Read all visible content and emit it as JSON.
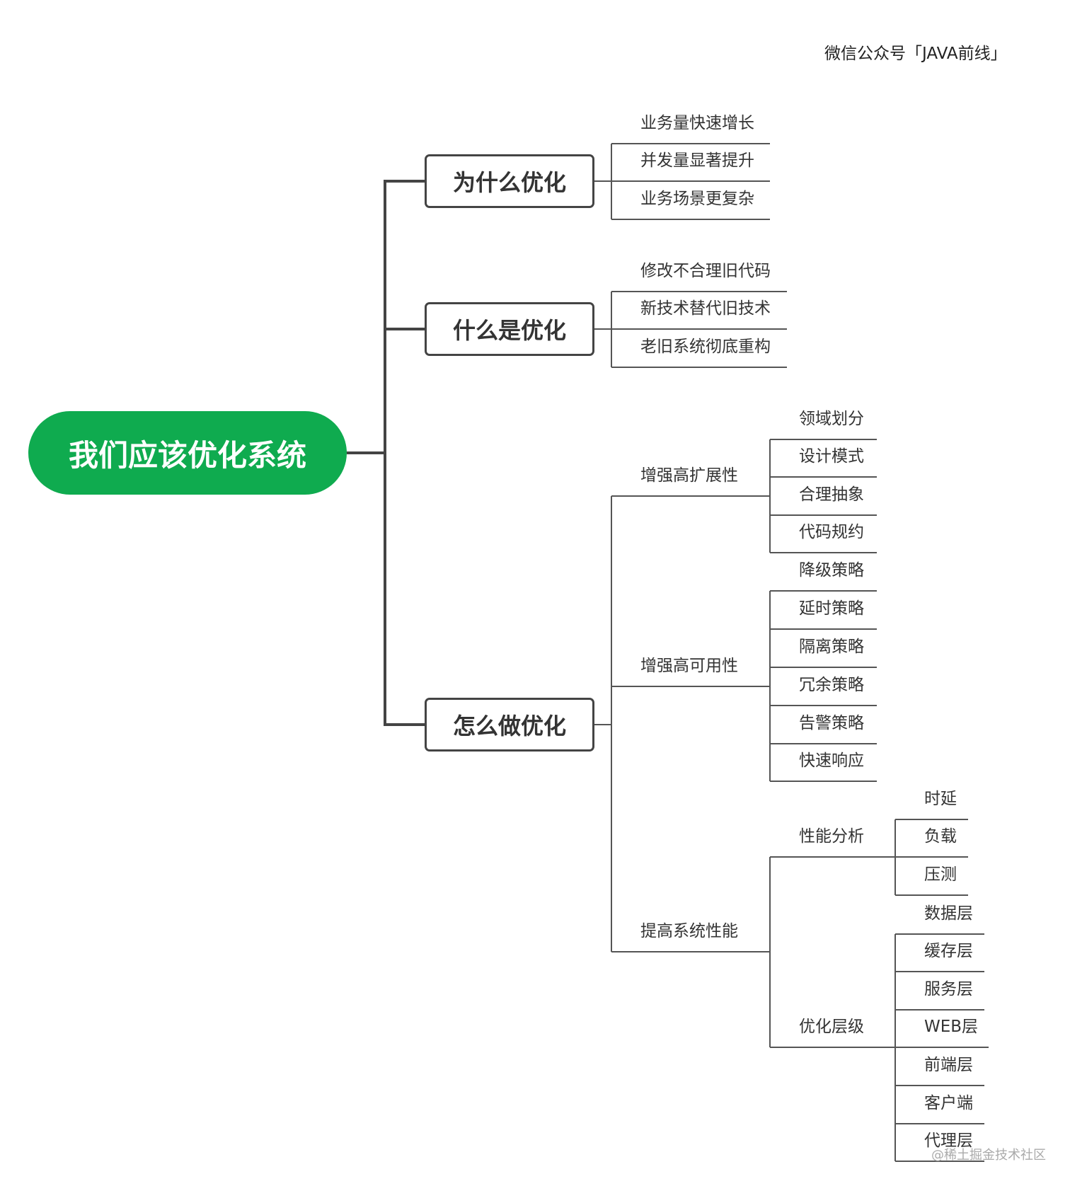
{
  "header": "微信公众号「JAVA前线」",
  "watermark": "@稀土掘金技术社区",
  "colors": {
    "root": "#0fab4f",
    "line": "#555555"
  },
  "root": "我们应该优化系统",
  "branches": [
    {
      "label": "为什么优化",
      "children": [
        {
          "label": "业务量快速增长"
        },
        {
          "label": "并发量显著提升"
        },
        {
          "label": "业务场景更复杂"
        }
      ]
    },
    {
      "label": "什么是优化",
      "children": [
        {
          "label": "修改不合理旧代码"
        },
        {
          "label": "新技术替代旧技术"
        },
        {
          "label": "老旧系统彻底重构"
        }
      ]
    },
    {
      "label": "怎么做优化",
      "children": [
        {
          "label": "增强高扩展性",
          "children": [
            {
              "label": "领域划分"
            },
            {
              "label": "设计模式"
            },
            {
              "label": "合理抽象"
            },
            {
              "label": "代码规约"
            }
          ]
        },
        {
          "label": "增强高可用性",
          "children": [
            {
              "label": "降级策略"
            },
            {
              "label": "延时策略"
            },
            {
              "label": "隔离策略"
            },
            {
              "label": "冗余策略"
            },
            {
              "label": "告警策略"
            },
            {
              "label": "快速响应"
            }
          ]
        },
        {
          "label": "提高系统性能",
          "children": [
            {
              "label": "性能分析",
              "children": [
                {
                  "label": "时延"
                },
                {
                  "label": "负载"
                },
                {
                  "label": "压测"
                }
              ]
            },
            {
              "label": "优化层级",
              "children": [
                {
                  "label": "数据层"
                },
                {
                  "label": "缓存层"
                },
                {
                  "label": "服务层"
                },
                {
                  "label": "WEB层"
                },
                {
                  "label": "前端层"
                },
                {
                  "label": "客户端"
                },
                {
                  "label": "代理层"
                }
              ]
            }
          ]
        }
      ]
    }
  ]
}
